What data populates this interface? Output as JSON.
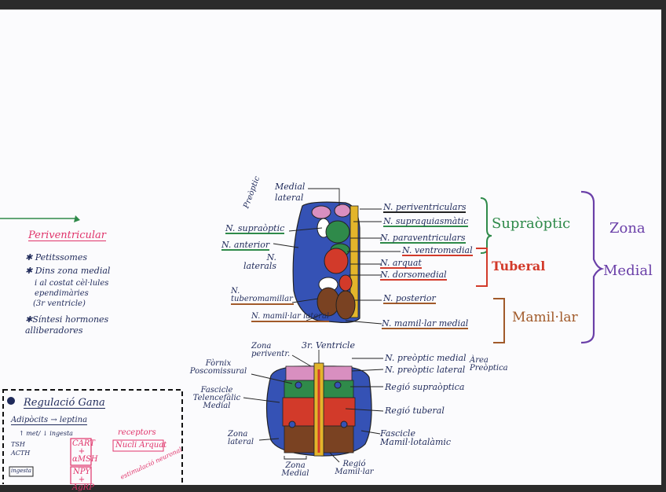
{
  "top_diagram": {
    "preoptic": "Preòptic",
    "medial": "Medial",
    "lateral": "lateral",
    "n_supraoptic": "N. supraòptic",
    "n_anterior": "N. anterior",
    "n_laterals": "N. laterals",
    "n_tuberomamillar": "N. tuberomamillar",
    "n_mamillar_lateral": "N. mamil·lar lateral",
    "n_periventriculars": "N. periventriculars",
    "n_supraquiasmatic": "N. supraquiasmàtic",
    "n_paraventriculars": "N. paraventriculars",
    "n_ventromedial": "N. ventromedial",
    "n_arquat": "N. arquat",
    "n_dorsomedial": "N. dorsomedial",
    "n_posterior": "N. posterior",
    "n_mamillar_medial": "N. mamil·lar medial",
    "zone_supraoptic": "Supraòptic",
    "zone_tuberal": "Tuberal",
    "zone_mamillar": "Mamil·lar",
    "zona": "Zona",
    "medial_big": "Medial"
  },
  "bottom_diagram": {
    "zona_periventr": "Zona periventr.",
    "ventricle3": "3r. Ventricle",
    "fornix": "Fòrnix Poscomissural",
    "fascicle_tel": "Fascicle Telencefàlic Medial",
    "zona_lateral": "Zona lateral",
    "zona_medial": "Zona Medial",
    "regio_mamillar": "Regió Mamil·lar",
    "n_preoptic_medial": "N. preòptic medial",
    "n_preoptic_lateral": "N. preòptic lateral",
    "area_preoptica": "Àrea Preòptica",
    "regio_supraoptica": "Regió supraòptica",
    "regio_tuberal": "Regió tuberal",
    "fascicle_mam": "Fascicle Mamil·lotalàmic"
  },
  "left_notes": {
    "title": "Periventricular",
    "items": [
      "✱ Petitssomes",
      "✱ Dins zona medial",
      "i al costat cèl·lules ependimàries",
      "(3r ventricle)",
      "✱Síntesi hormones alliberadores"
    ]
  },
  "box": {
    "title": "Regulació Gana",
    "adipocits": "Adipòcits → leptina",
    "receptors": "receptors",
    "nucli": "Nucli Arquat",
    "cart": "CART + αMSH",
    "npy": "NPY + AgRP",
    "labels": [
      "↑ met/ ↓ ingesta",
      "TSH",
      "ACTH",
      "ingesta",
      "estimulació neuronal"
    ]
  },
  "colors": {
    "green": "#2f8a4a",
    "red": "#d23a2a",
    "brown": "#a15a2a",
    "purple": "#6a3fa8",
    "blue": "#3552b5",
    "pink": "#d98fc0",
    "yellow": "#e3b52b"
  }
}
